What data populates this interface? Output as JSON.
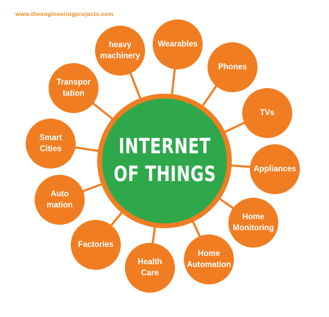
{
  "watermark": "www.theengineeringprojects.com",
  "hub": {
    "line1": "INTERNET",
    "line2": "OF THINGS"
  },
  "nodes": [
    {
      "label": "heavy\nmachinery"
    },
    {
      "label": "Wearables"
    },
    {
      "label": "Phones"
    },
    {
      "label": "TVs"
    },
    {
      "label": "Appliances"
    },
    {
      "label": "Home\nMonitoring"
    },
    {
      "label": "Home\nAutomation"
    },
    {
      "label": "Health\nCare"
    },
    {
      "label": "Factories"
    },
    {
      "label": "Auto\nmation"
    },
    {
      "label": "Smart\nCities"
    },
    {
      "label": "Transpor\ntation"
    }
  ],
  "colors": {
    "node": "#f07d21",
    "hub_fill": "#2ea84b",
    "hub_ring": "#f07d21",
    "spoke": "#f07d21",
    "watermark": "#f08a24"
  }
}
